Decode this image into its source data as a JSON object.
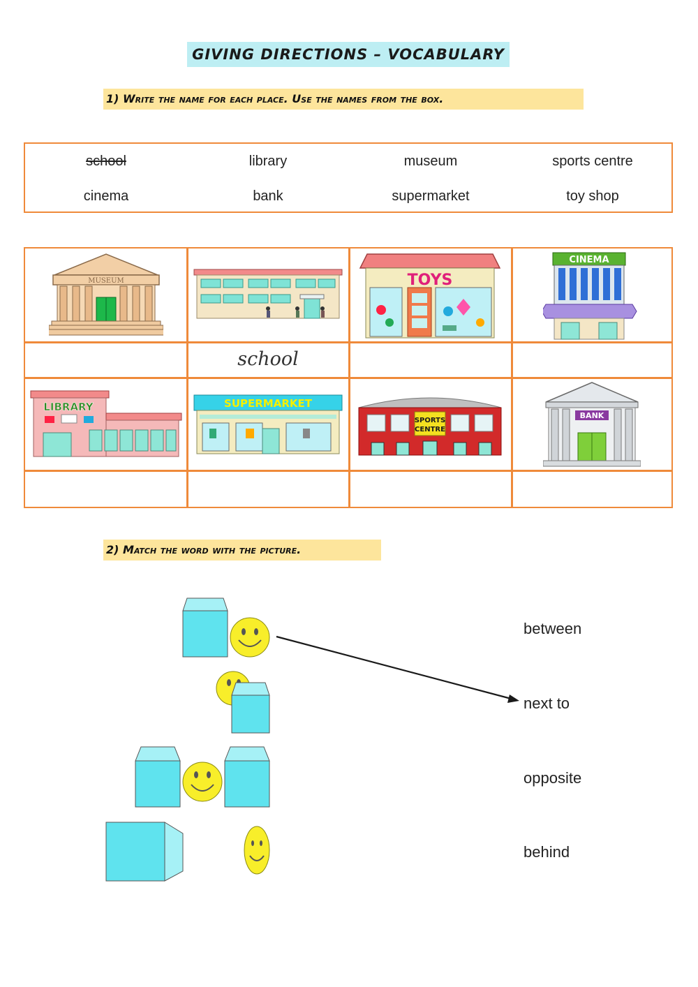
{
  "title": "GIVING DIRECTIONS – VOCABULARY",
  "exercise1": {
    "instruction": "1)  Write the name for each place. Use the names from the box.",
    "word_box": [
      {
        "text": "school",
        "crossed": true
      },
      {
        "text": "library"
      },
      {
        "text": "museum"
      },
      {
        "text": "sports centre"
      },
      {
        "text": "cinema"
      },
      {
        "text": "bank"
      },
      {
        "text": "supermarket"
      },
      {
        "text": "toy shop"
      }
    ],
    "signs": {
      "museum": "MUSEUM",
      "toys": "TOYS",
      "cinema": "CINEMA",
      "library": "LIBRARY",
      "supermarket": "SUPERMARKET",
      "sports_line1": "SPORTS",
      "sports_line2": "CENTRE",
      "bank": "BANK"
    },
    "answers": [
      "",
      "school",
      "",
      "",
      "",
      "",
      "",
      ""
    ]
  },
  "exercise2": {
    "instruction": "2) Match the word with the picture.",
    "words": [
      "between",
      "next to",
      "opposite",
      "behind"
    ]
  },
  "colors": {
    "border": "#ef8a3a",
    "title_bg": "#bdeef3",
    "instruction_bg": "#fde59c",
    "cube": "#5fe3ee",
    "smiley": "#f8ee2a"
  }
}
